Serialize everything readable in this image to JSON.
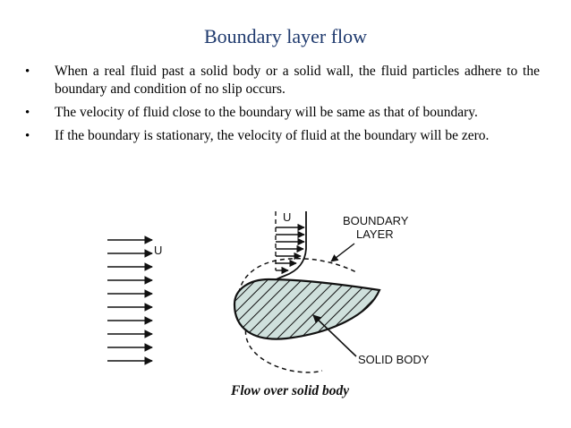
{
  "slide": {
    "title": "Boundary layer flow",
    "bullets": [
      "When a real fluid past a solid body or a solid wall, the fluid particles adhere to the boundary and condition of no slip occurs.",
      "The velocity of fluid close to the boundary will be same as that of boundary.",
      "If the boundary is stationary, the velocity of fluid at the boundary will be zero."
    ]
  },
  "figure": {
    "free_stream_label": "U",
    "profile_label": "U",
    "boundary_layer_label_line1": "BOUNDARY",
    "boundary_layer_label_line2": "LAYER",
    "solid_body_label": "SOLID BODY",
    "caption": "Flow over solid body"
  },
  "colors": {
    "title": "#1f3a6e",
    "body_fill": "#cfe0dc",
    "ink": "#111111"
  }
}
